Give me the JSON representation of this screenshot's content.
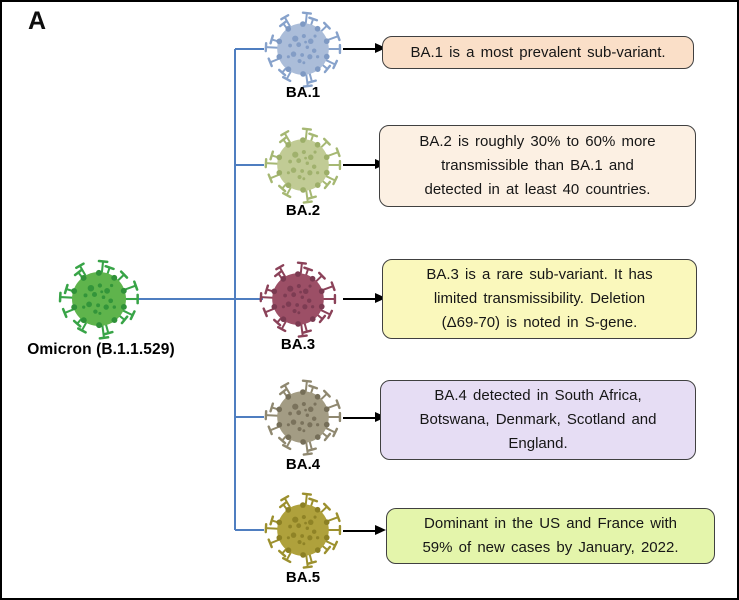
{
  "figure": {
    "panel_label": "A",
    "connector_color": "#4F7EC0",
    "arrow_color": "#000000",
    "root": {
      "label": "Omicron (B.1.1.529)",
      "virus_icon": {
        "body": "#5FB44C",
        "spots": "#2F9138",
        "spikes": "#38A447"
      }
    }
  },
  "variants": [
    {
      "label": "BA.1",
      "description": "BA.1 is a most prevalent sub-variant.",
      "box_color": "#FADFC8",
      "virus_icon": {
        "body": "#ABBDD9",
        "spots": "#7E99C3",
        "spikes": "#87A2CB"
      }
    },
    {
      "label": "BA.2",
      "description": "BA.2 is roughly 30% to 60% more\ntransmissible than BA.1 and\ndetected in at least 40 countries.",
      "box_color": "#FCF0E3",
      "virus_icon": {
        "body": "#C1CB95",
        "spots": "#9CAE68",
        "spikes": "#A6B873"
      }
    },
    {
      "label": "BA.3",
      "description": "BA.3 is a rare sub-variant. It has\nlimited transmissibility. Deletion\n(Δ69-70) is noted in S-gene.",
      "box_color": "#FAF8BC",
      "virus_icon": {
        "body": "#9C4F66",
        "spots": "#7A3A51",
        "spikes": "#8B4259"
      }
    },
    {
      "label": "BA.4",
      "description": "BA.4 detected in South Africa,\nBotswana, Denmark, Scotland and\nEngland.",
      "box_color": "#E6DDF4",
      "virus_icon": {
        "body": "#A39C84",
        "spots": "#756E58",
        "spikes": "#8F8870"
      }
    },
    {
      "label": "BA.5",
      "description": "Dominant in the US and France with\n59% of new cases by January, 2022.",
      "box_color": "#E4F5AB",
      "virus_icon": {
        "body": "#AFA13C",
        "spots": "#8C8024",
        "spikes": "#9C902E"
      }
    }
  ]
}
